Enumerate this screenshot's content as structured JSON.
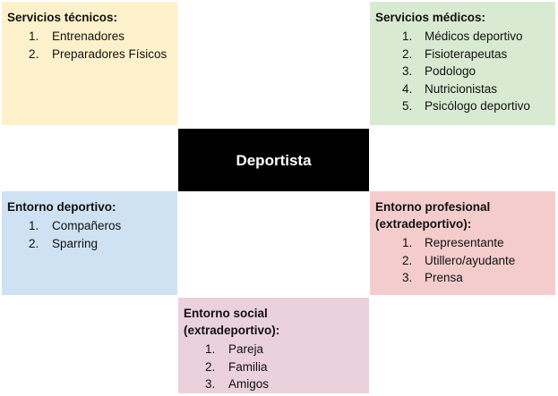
{
  "center": {
    "label": "Deportista"
  },
  "groups": {
    "tecnicos": {
      "title": "Servicios técnicos:",
      "items": [
        "Entrenadores",
        "Preparadores Físicos"
      ]
    },
    "medicos": {
      "title": "Servicios médicos:",
      "items": [
        "Médicos deportivo",
        "Fisioterapeutas",
        "Podologo",
        "Nutricionistas",
        "Psicólogo deportivo"
      ]
    },
    "deportivo": {
      "title": "Entorno deportivo:",
      "items": [
        "Compañeros",
        "Sparring"
      ]
    },
    "profesional": {
      "title": "Entorno profesional (extradeportivo):",
      "items": [
        "Representante",
        "Utillero/ayudante",
        "Prensa"
      ]
    },
    "social": {
      "title": "Entorno social (extradeportivo):",
      "items": [
        "Pareja",
        "Familia",
        "Amigos"
      ]
    }
  },
  "colors": {
    "tecnicos": "#fdf1cc",
    "medicos": "#d9ead3",
    "deportivo": "#cfe2f3",
    "profesional": "#f4cccc",
    "social": "#ead1dc",
    "center": "#000000"
  }
}
